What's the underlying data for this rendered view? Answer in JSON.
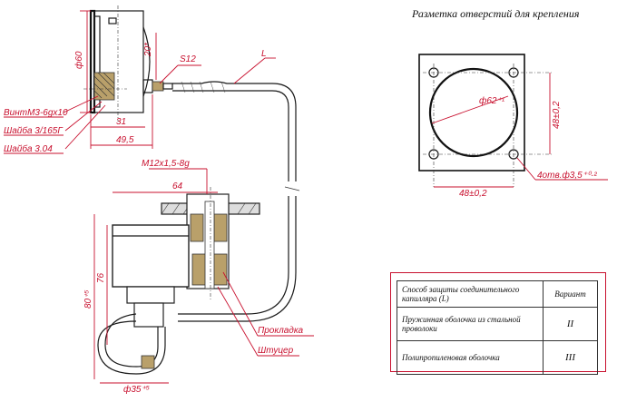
{
  "mounting": {
    "title": "Разметка отверстий для крепления",
    "hole_circle": "ф62⁺¹",
    "width_dim": "48±0,2",
    "height_dim": "48±0,2",
    "holes": "4отв.ф3,5⁺⁰·²"
  },
  "gauge_view": {
    "diameter": "ф60",
    "height": "20*",
    "thread": "S12",
    "capillary": "L",
    "dim_31": "31",
    "dim_49_5": "49,5",
    "screw": "ВинтМ3-6gx10",
    "washer1": "Шайба 3/165Г",
    "washer2": "Шайба 3.04"
  },
  "sensor_view": {
    "thread": "M12x1,5-8g",
    "width": "64",
    "height80": "80⁺⁵",
    "height76": "76",
    "diameter": "ф35⁺⁵",
    "gasket": "Прокладка",
    "fitting": "Штуцер"
  },
  "table": {
    "col1_header": "Способ защиты соединительного капилляра (L)",
    "col2_header": "Вариант",
    "rows": [
      {
        "method": "Пружинная оболочка из стальной проволоки",
        "variant": "II"
      },
      {
        "method": "Полипропиленовая оболочка",
        "variant": "III"
      }
    ]
  },
  "colors": {
    "ink": "#111111",
    "dimension": "#c8102e"
  }
}
